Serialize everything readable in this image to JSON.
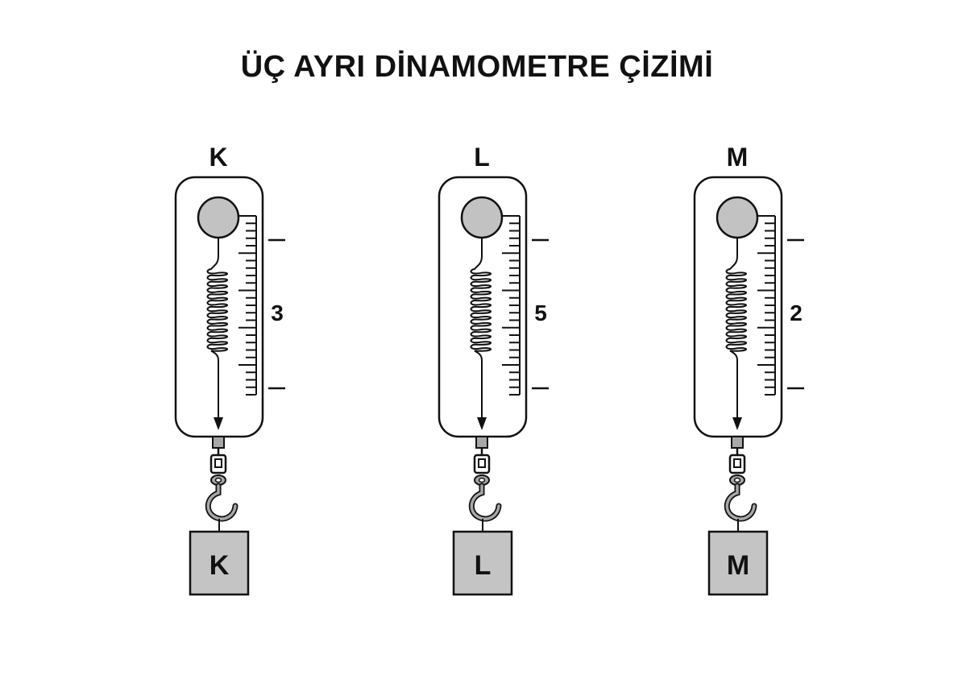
{
  "title": "ÜÇ AYRI DİNAMOMETRE ÇİZİMİ",
  "colors": {
    "line": "#111111",
    "dial_fill": "#c2c2c2",
    "weight_fill": "#c4c4c4",
    "hook_fill": "#a8a8a8",
    "background": "#ffffff"
  },
  "dynamometers": [
    {
      "label": "K",
      "reading": "3",
      "weight_label": "K"
    },
    {
      "label": "L",
      "reading": "5",
      "weight_label": "L"
    },
    {
      "label": "M",
      "reading": "2",
      "weight_label": "M"
    }
  ]
}
